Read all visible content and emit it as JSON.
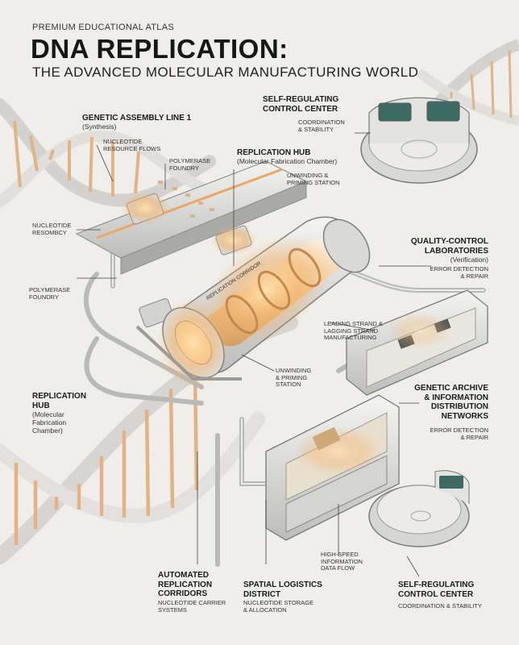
{
  "header": {
    "kicker": "PREMIUM EDUCATIONAL ATLAS",
    "title": "DNA REPLICATION:",
    "subtitle": "THE ADVANCED MOLECULAR MANUFACTURING WORLD"
  },
  "labels": {
    "assembly_title": "GENETIC ASSEMBLY LINE 1",
    "assembly_sub": "(Synthesis)",
    "nucleotide_flows": "NUCLEOTIDE\nRESOURCE FLOWS",
    "polymerase_foundry_top": "POLYMERASE\nFOUNDRY",
    "hub_top_title": "REPLICATION HUB",
    "hub_top_sub": "(Molecular Fabrication Chamber)",
    "unwinding_top": "UNWINDING &\nPRIMING STATION",
    "control_top_title": "SELF-REGULATING\nCONTROL CENTER",
    "control_top_sub": "COORDINATION\n& STABILITY",
    "nucleotide_resembcy": "NUCLEOTIDE\nRESOMBCY",
    "polymerase_foundry_left": "POLYMERASE\nFOUNDRY",
    "replication_corridor": "REPLICATION CORRIDOR",
    "qc_title": "QUALITY-CONTROL\nLABORATORIES",
    "qc_sub": "(Verification)",
    "qc_note": "ERROR DETECTION\n& REPAIR",
    "leading_lagging": "LEADING STRAND &\nLAGGING STRAND\nMANUFACTURING",
    "unwinding_mid": "UNWINDING\n& PRIMING\nSTATION",
    "hub_left_title": "REPLICATION\nHUB",
    "hub_left_sub": "(Molecular\nFabrication\nChamber)",
    "archive_title": "GENETIC ARCHIVE\n& INFORMATION\nDISTRIBUTION\nNETWORKS",
    "archive_note": "ERROR DETECTION\n& REPAIR",
    "highspeed": "HIGH-SPEED\nINFORMATION\nDATA FLOW",
    "corridors_title": "AUTOMATED\nREPLICATION\nCORRIDORS",
    "corridors_sub": "NUCLEOTIDE CARRIER\nSYSTEMS",
    "logistics_title": "SPATIAL LOGISTICS\nDISTRICT",
    "logistics_sub": "NUCLEOTIDE STORAGE\n& ALLOCATION",
    "control_bottom_title": "SELF-REGULATING\nCONTROL CENTER",
    "control_bottom_sub": "COORDINATION & STABILITY"
  },
  "colors": {
    "background": "#efeeea",
    "helix_shell": "#dcdad6",
    "helix_rung": "#e2b186",
    "glow": "#f3b56a",
    "machine": "#c9c9c9",
    "screen": "#3d6a63"
  }
}
